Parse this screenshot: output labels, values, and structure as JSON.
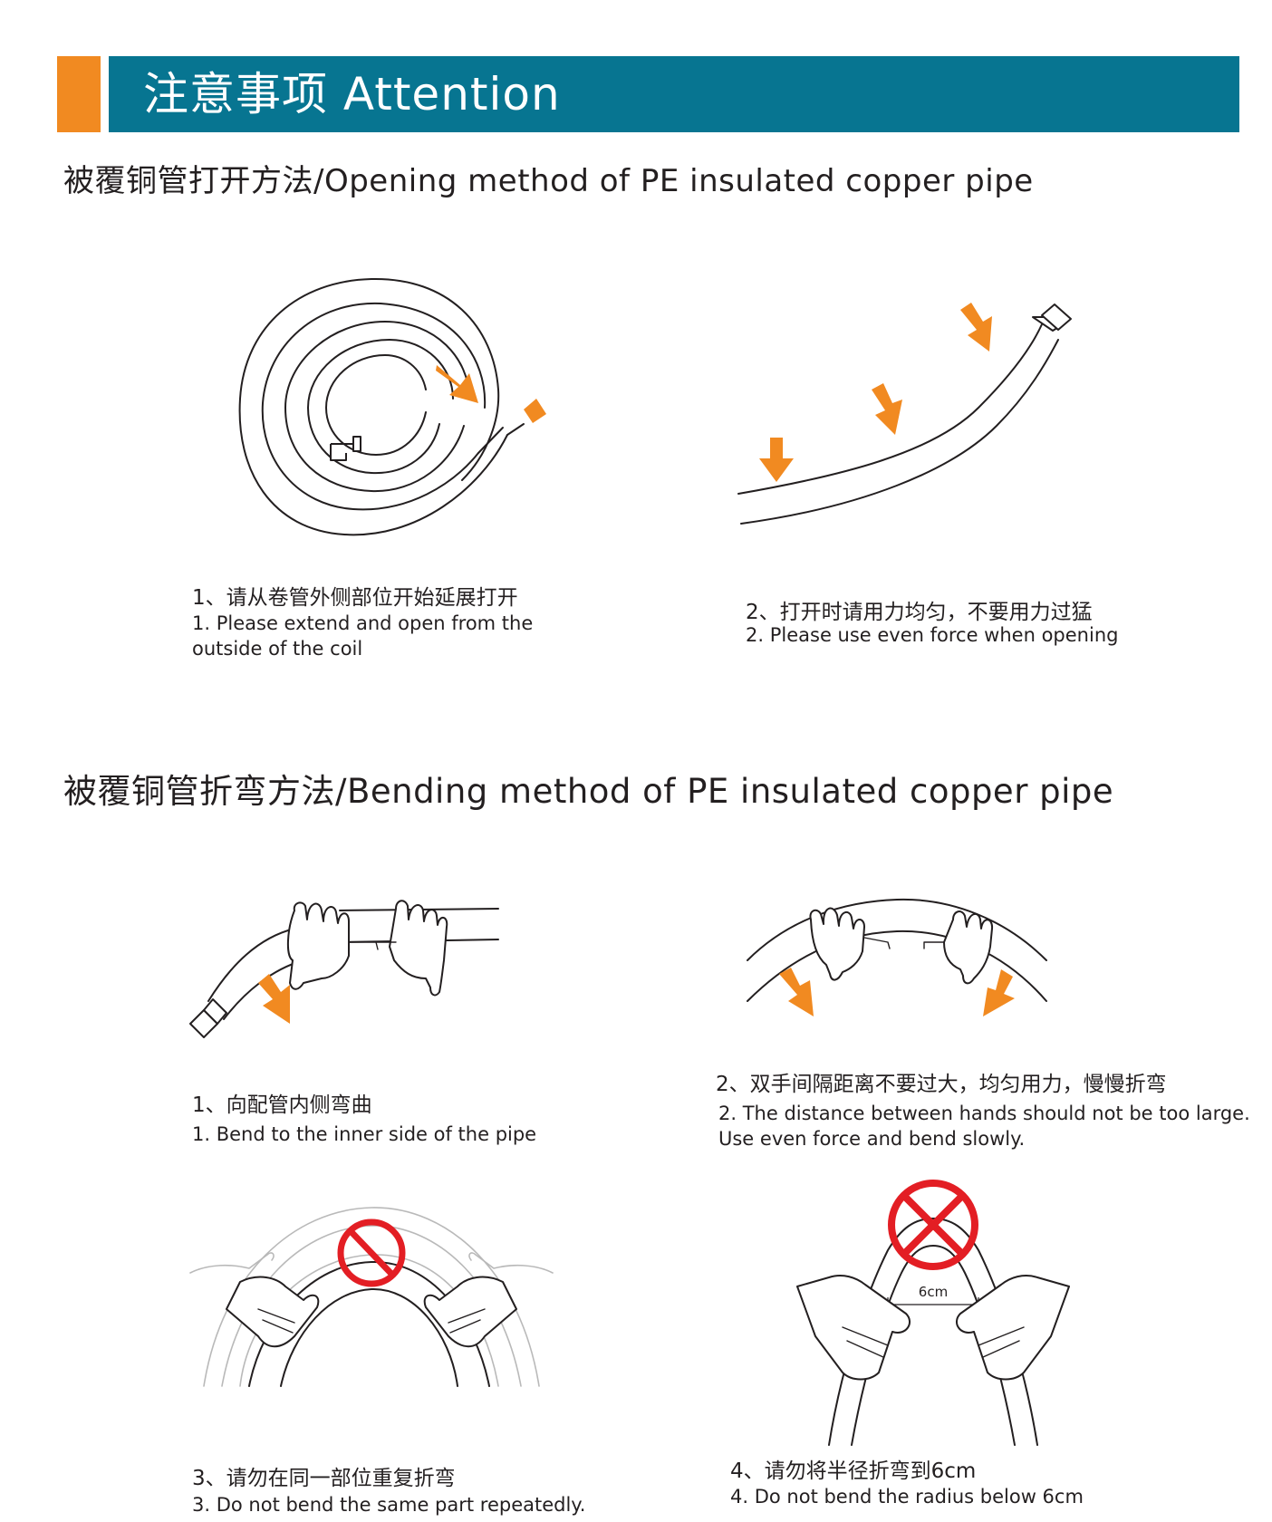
{
  "colors": {
    "accent": "#f18a21",
    "header_bg": "#077591",
    "prohibit": "#e31e24",
    "text": "#231f20"
  },
  "header": {
    "title": "注意事项 Attention"
  },
  "opening": {
    "title": "被覆铜管打开方法/Opening method of PE insulated copper pipe",
    "step1": {
      "cn": "1、请从卷管外侧部位开始延展打开",
      "en_line1": "1. Please extend and open from the",
      "en_line2": "outside of the coil",
      "illustration": "coiled-pipe-icon"
    },
    "step2": {
      "cn": "2、打开时请用力均匀，不要用力过猛",
      "en_line1": "2. Please use even force when opening",
      "illustration": "uncoiled-pipe-icon"
    }
  },
  "bending": {
    "title": "被覆铜管折弯方法/Bending method of PE insulated copper pipe",
    "step1": {
      "cn": "1、向配管内侧弯曲",
      "en_line1": "1. Bend to the inner side of the pipe",
      "illustration": "hands-bending-pipe-icon"
    },
    "step2": {
      "cn": "2、双手间隔距离不要过大，均匀用力，慢慢折弯",
      "en_line1": "2. The distance between hands should not be too large.",
      "en_line2": "Use even force and bend slowly.",
      "illustration": "hands-arc-pipe-icon"
    },
    "step3": {
      "cn": "3、请勿在同一部位重复折弯",
      "en_line1": "3. Do not bend the same part repeatedly.",
      "illustration": "repeated-bend-prohibited-icon"
    },
    "step4": {
      "cn": "4、请勿将半径折弯到6cm",
      "en_line1": "4. Do not bend the radius below 6cm",
      "dimension_label": "6cm",
      "illustration": "tight-radius-prohibited-icon"
    }
  }
}
